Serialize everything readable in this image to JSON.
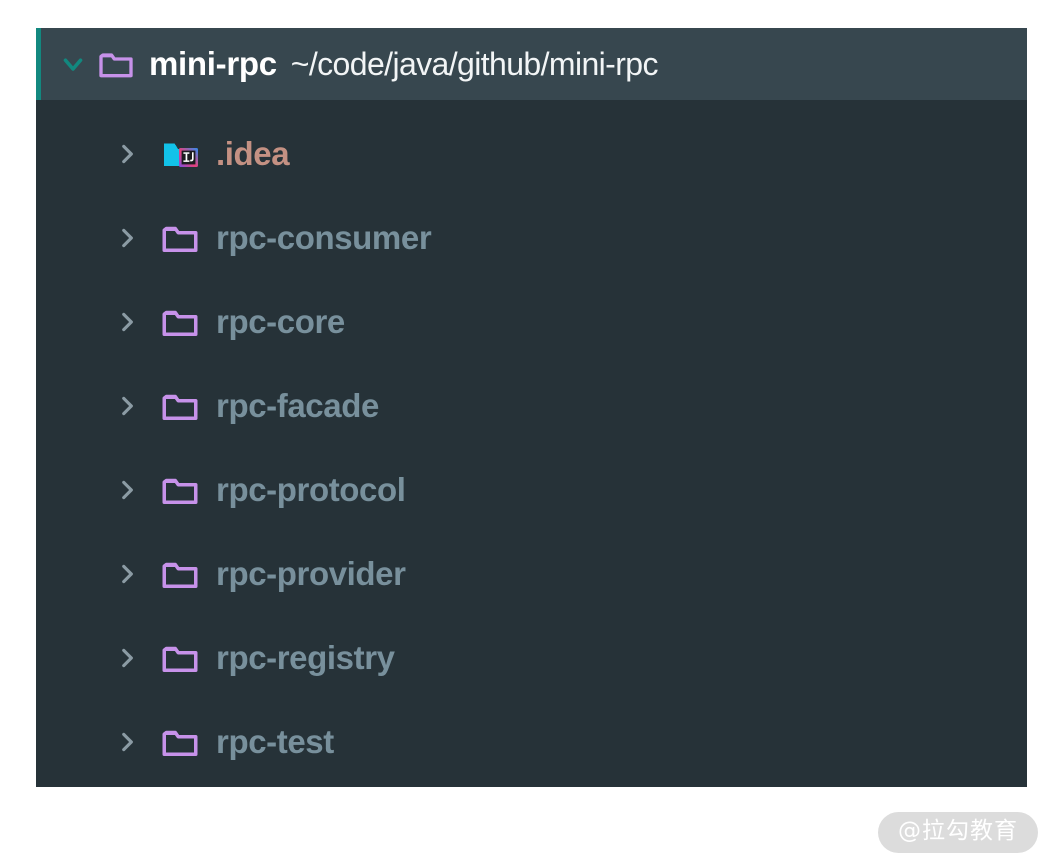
{
  "panel": {
    "background_color": "#263238",
    "header_background_color": "#37474F",
    "accent_color": "#12887F"
  },
  "root": {
    "chevron_icon": "chevron-down-icon",
    "folder_icon": "folder-icon",
    "name": "mini-rpc",
    "path": "~/code/java/github/mini-rpc",
    "expanded": true,
    "name_color": "#FFFFFF",
    "path_color": "#F2F5F6",
    "folder_color": "#C792EA"
  },
  "children": [
    {
      "label": ".idea",
      "chevron_icon": "chevron-right-icon",
      "icon": "intellij-idea-folder-icon",
      "expanded": false,
      "label_color": "#C49183",
      "folder_color": "#12C2E9"
    },
    {
      "label": "rpc-consumer",
      "chevron_icon": "chevron-right-icon",
      "icon": "folder-icon",
      "expanded": false,
      "label_color": "#78909C",
      "folder_color": "#C792EA"
    },
    {
      "label": "rpc-core",
      "chevron_icon": "chevron-right-icon",
      "icon": "folder-icon",
      "expanded": false,
      "label_color": "#78909C",
      "folder_color": "#C792EA"
    },
    {
      "label": "rpc-facade",
      "chevron_icon": "chevron-right-icon",
      "icon": "folder-icon",
      "expanded": false,
      "label_color": "#78909C",
      "folder_color": "#C792EA"
    },
    {
      "label": "rpc-protocol",
      "chevron_icon": "chevron-right-icon",
      "icon": "folder-icon",
      "expanded": false,
      "label_color": "#78909C",
      "folder_color": "#C792EA"
    },
    {
      "label": "rpc-provider",
      "chevron_icon": "chevron-right-icon",
      "icon": "folder-icon",
      "expanded": false,
      "label_color": "#78909C",
      "folder_color": "#C792EA"
    },
    {
      "label": "rpc-registry",
      "chevron_icon": "chevron-right-icon",
      "icon": "folder-icon",
      "expanded": false,
      "label_color": "#78909C",
      "folder_color": "#C792EA"
    },
    {
      "label": "rpc-test",
      "chevron_icon": "chevron-right-icon",
      "icon": "folder-icon",
      "expanded": false,
      "label_color": "#78909C",
      "folder_color": "#C792EA"
    }
  ],
  "watermark": {
    "text": "@拉勾教育",
    "background_color": "#DCDCDC",
    "text_color": "#FFFFFF"
  }
}
